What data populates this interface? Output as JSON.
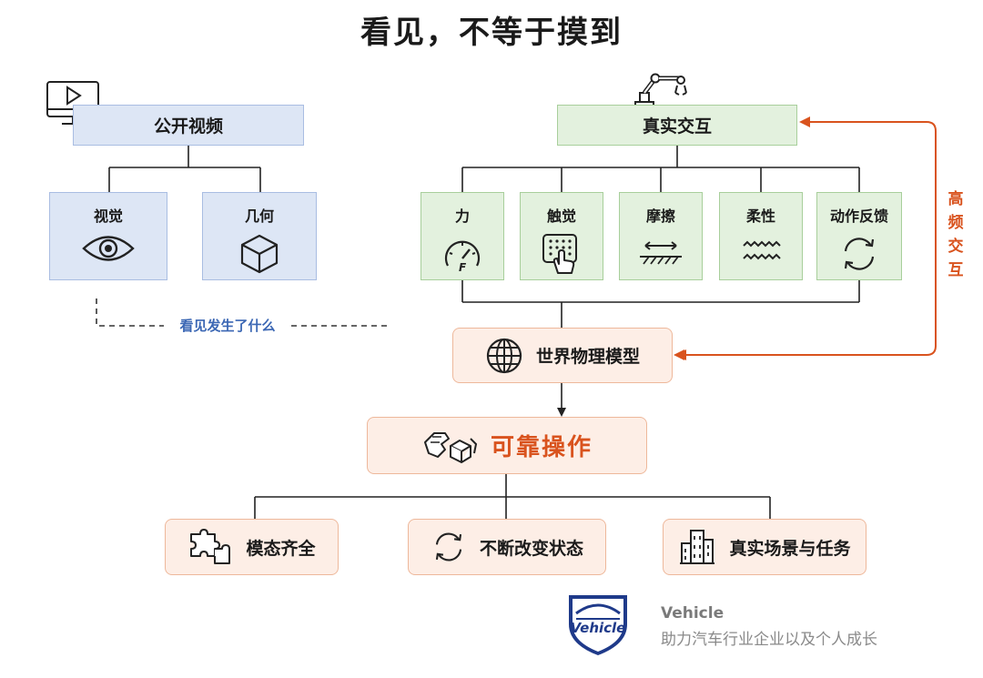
{
  "title": "看见，不等于摸到",
  "left": {
    "header": "公开视频",
    "items": [
      "视觉",
      "几何"
    ],
    "dashed_label": "看见发生了什么"
  },
  "right": {
    "header": "真实交互",
    "items": [
      "力",
      "触觉",
      "摩擦",
      "柔性",
      "动作反馈"
    ],
    "feedback_label": "高频交互"
  },
  "core": "世界物理模型",
  "outcome": "可靠操作",
  "bottom": [
    "模态齐全",
    "不断改变状态",
    "真实场景与任务"
  ],
  "brand": {
    "logo_text": "Vehicle",
    "name": "Vehicle",
    "slogan": "助力汽车行业企业以及个人成长"
  },
  "colors": {
    "blue_fill": "#dde6f5",
    "green_fill": "#e3f1de",
    "orange_fill": "#fdeee6",
    "accent": "#d9531e"
  },
  "icons": {
    "monitor": "video-monitor-icon",
    "robot": "robot-arm-icon",
    "eye": "eye-icon",
    "cube": "cube-icon",
    "gauge": "force-gauge-icon",
    "touch": "touch-grid-icon",
    "friction": "friction-icon",
    "flex": "zigzag-icon",
    "cycle": "refresh-icon",
    "globe": "globe-icon",
    "hands": "hands-box-icon",
    "puzzle": "puzzle-icon",
    "city": "buildings-icon"
  }
}
